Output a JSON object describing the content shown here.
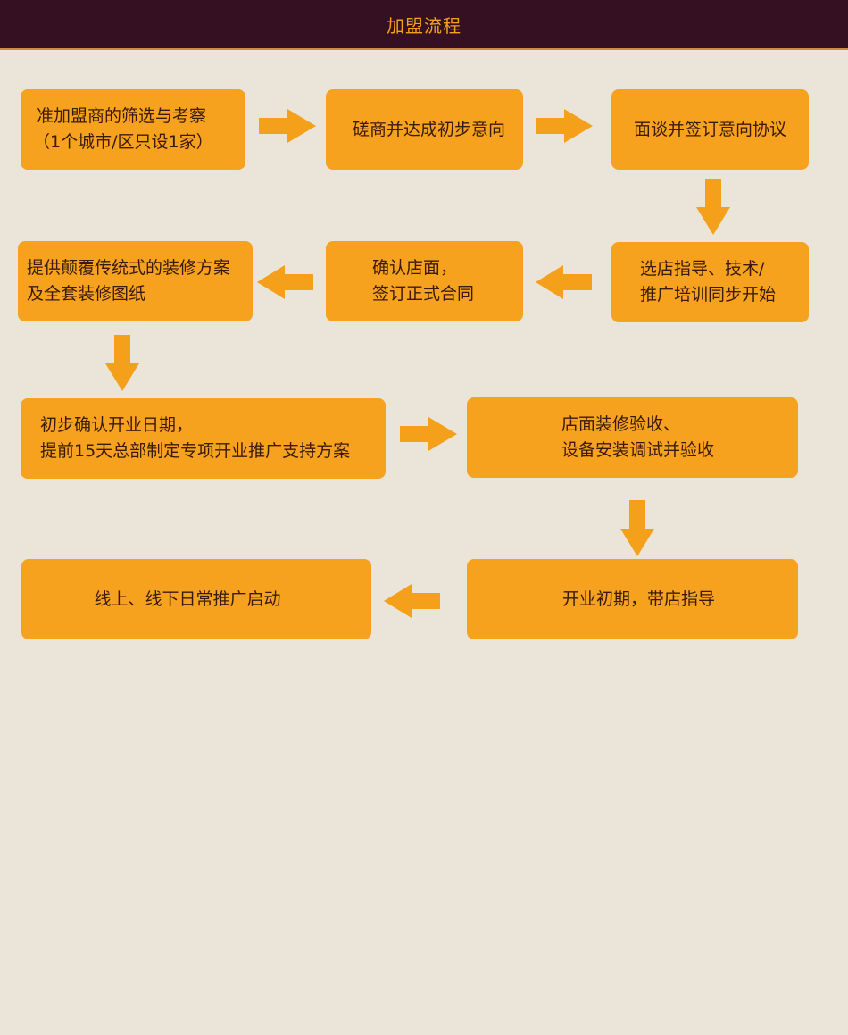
{
  "header": {
    "title": "加盟流程"
  },
  "colors": {
    "header_bg": "#351023",
    "header_text": "#f4a01f",
    "page_bg": "#ebe4d8",
    "box_fill": "#f6a21e",
    "arrow_fill": "#f5a01a",
    "box_text": "#3a1a0c"
  },
  "steps": [
    {
      "line1": "准加盟商的筛选与考察",
      "line2": "（1个城市/区只设1家）"
    },
    {
      "line1": "磋商并达成初步意向"
    },
    {
      "line1": "面谈并签订意向协议"
    },
    {
      "line1": "选店指导、技术/",
      "line2": "推广培训同步开始"
    },
    {
      "line1": "确认店面，",
      "line2": "签订正式合同"
    },
    {
      "line1": "提供颠覆传统式的装修方案",
      "line2": "及全套装修图纸"
    },
    {
      "line1": "初步确认开业日期，",
      "line2": "提前15天总部制定专项开业推广支持方案"
    },
    {
      "line1": "店面装修验收、",
      "line2": "设备安装调试并验收"
    },
    {
      "line1": "开业初期，带店指导"
    },
    {
      "line1": "线上、线下日常推广启动"
    }
  ]
}
